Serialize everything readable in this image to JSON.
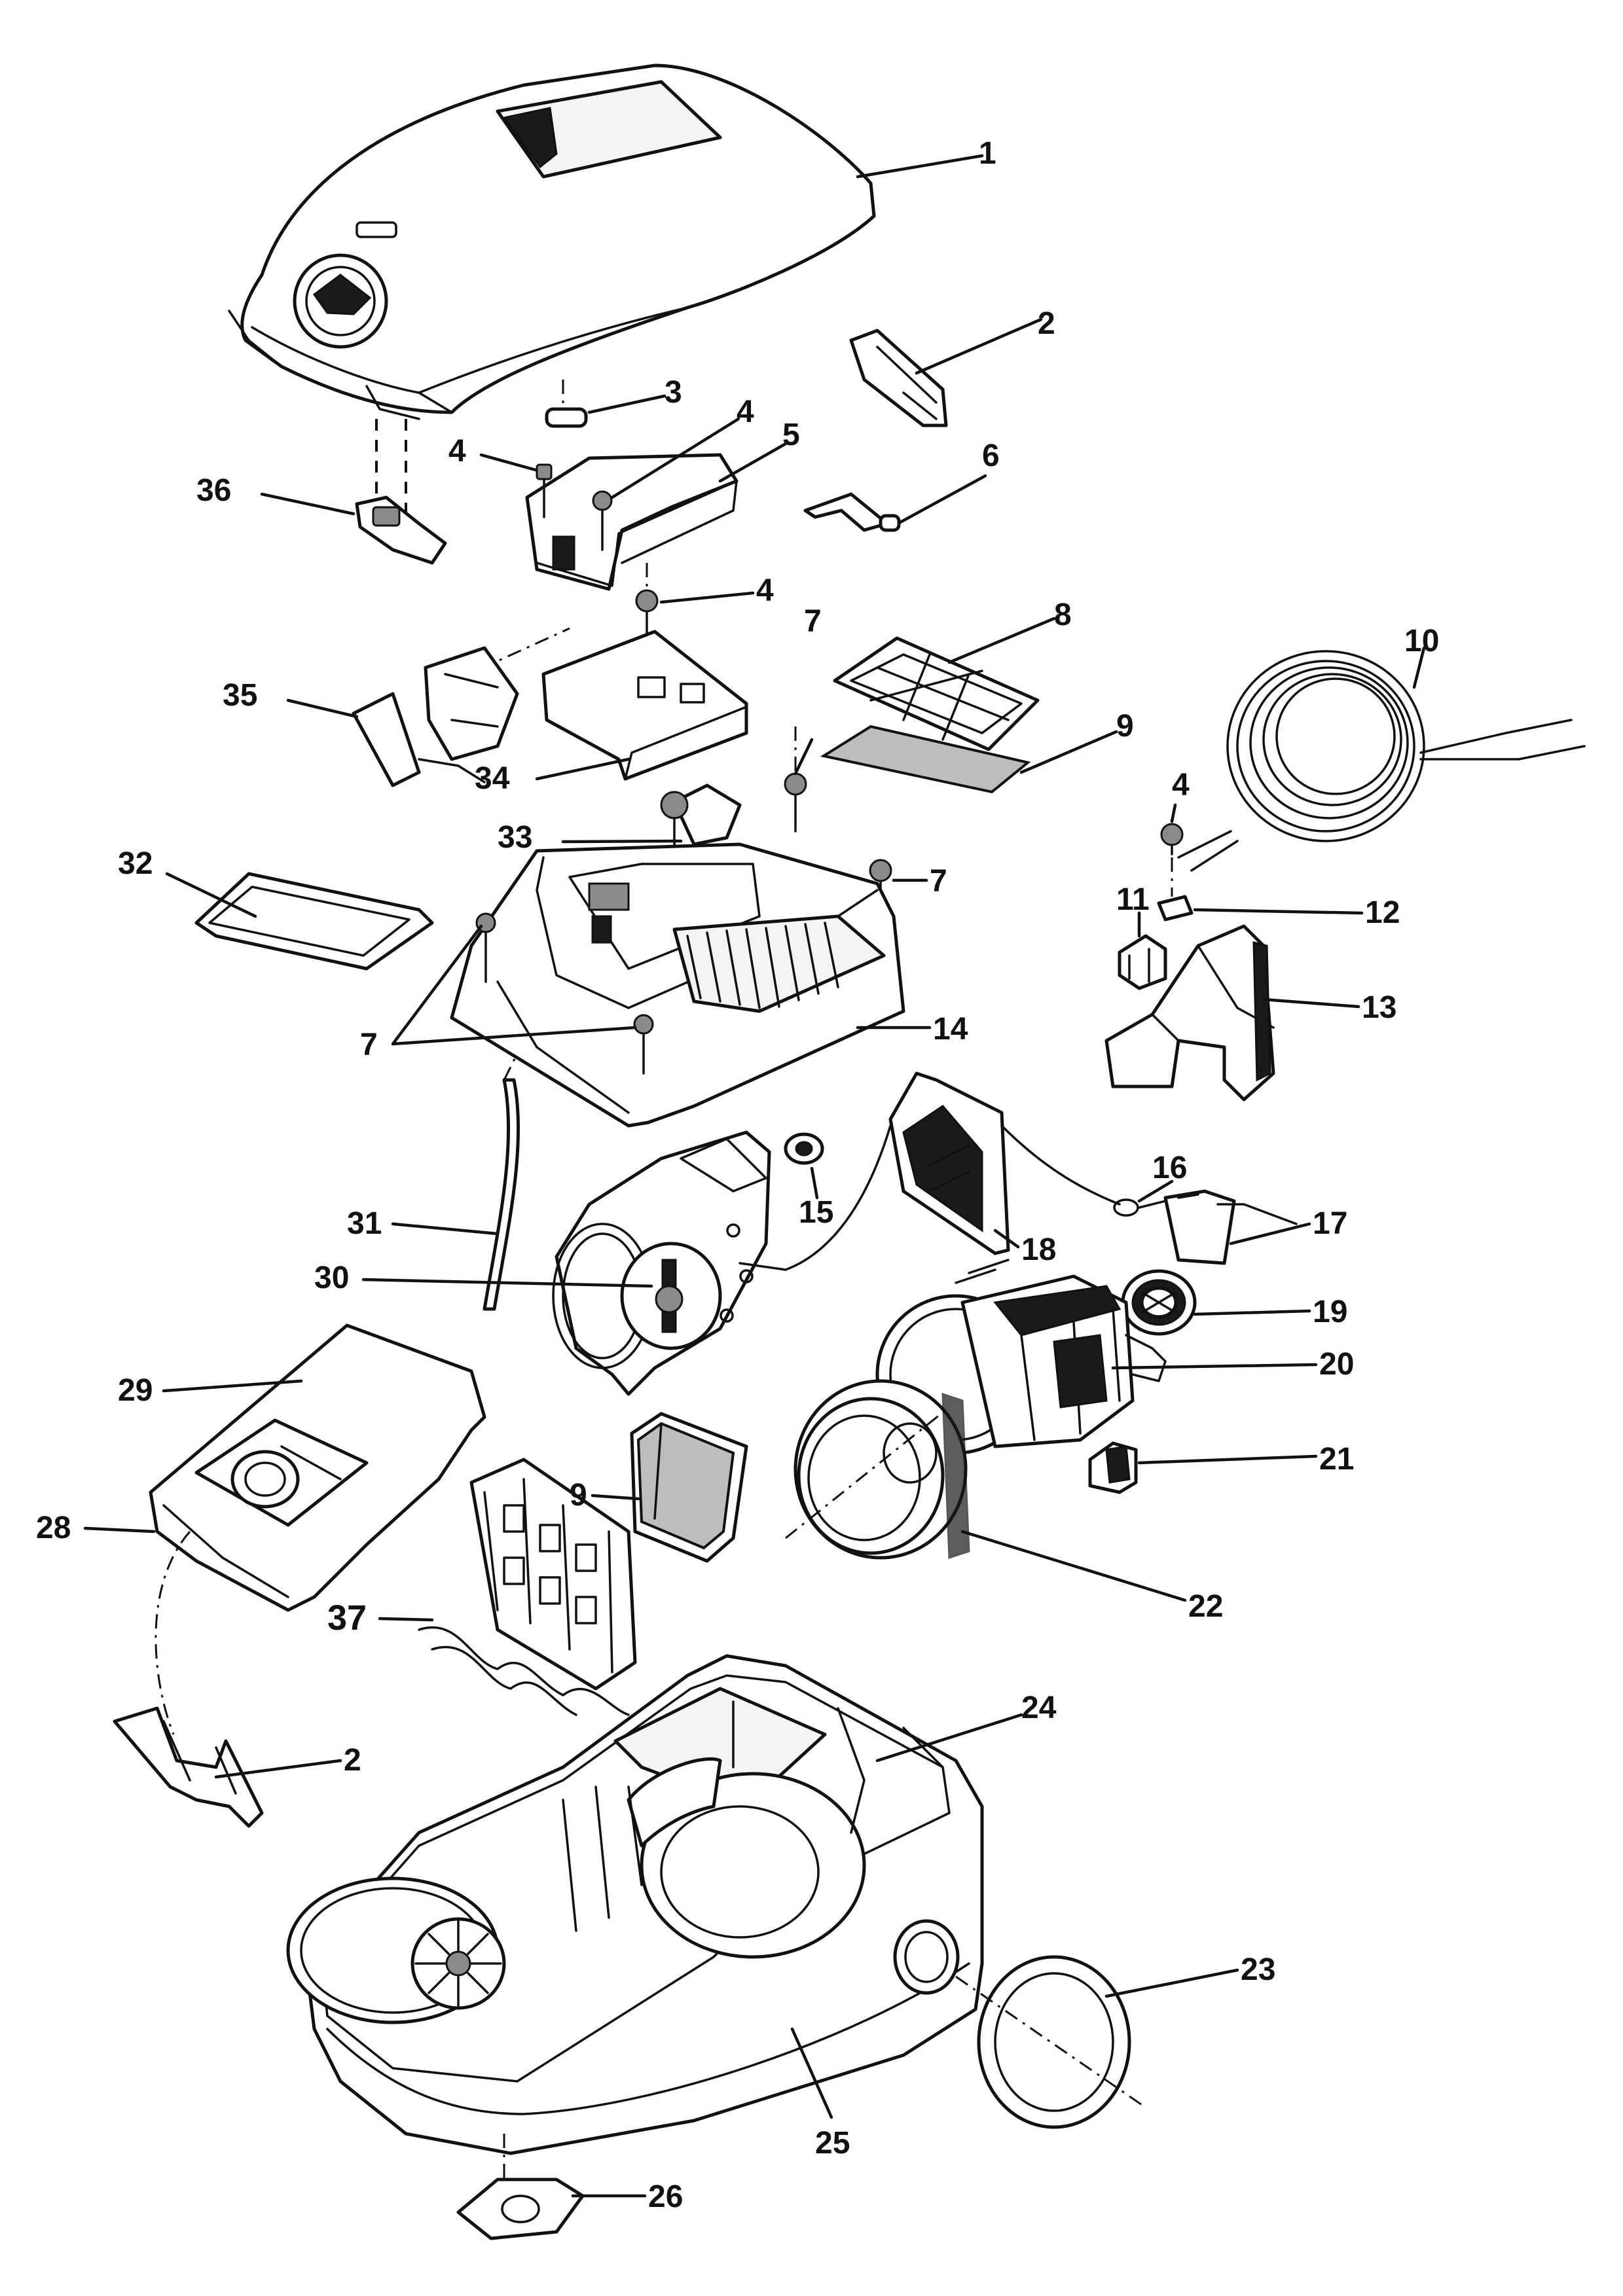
{
  "callouts": {
    "n1": "1",
    "n2a": "2",
    "n2b": "2",
    "n3": "3",
    "n4a": "4",
    "n4b": "4",
    "n4c": "4",
    "n4d": "4",
    "n5": "5",
    "n6": "6",
    "n7a": "7",
    "n7b": "7",
    "n7c": "7",
    "n8": "8",
    "n9a": "9",
    "n9b": "9",
    "n10": "10",
    "n11": "11",
    "n12": "12",
    "n13": "13",
    "n14": "14",
    "n15": "15",
    "n16": "16",
    "n17": "17",
    "n18": "18",
    "n19": "19",
    "n20": "20",
    "n21": "21",
    "n22": "22",
    "n23": "23",
    "n24": "24",
    "n25": "25",
    "n26": "26",
    "n28": "28",
    "n29": "29",
    "n30": "30",
    "n31": "31",
    "n32": "32",
    "n33": "33",
    "n34": "34",
    "n35": "35",
    "n36": "36",
    "n37": "37"
  },
  "colors": {
    "line": "#111111",
    "paper": "#ffffff",
    "foam": "#bdbdbd"
  }
}
